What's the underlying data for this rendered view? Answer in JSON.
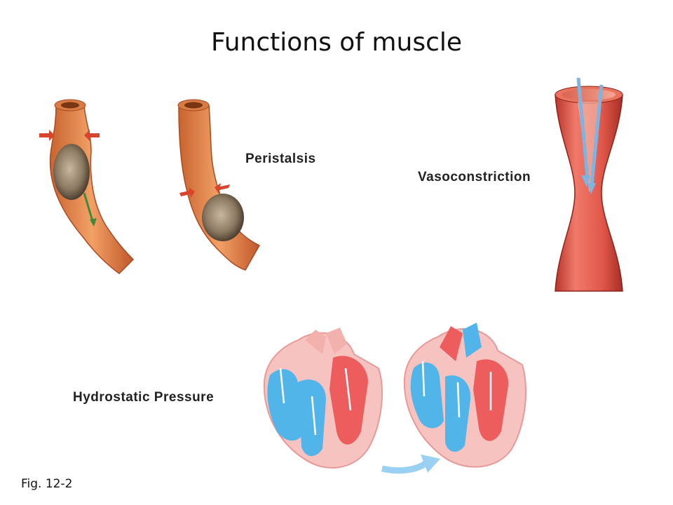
{
  "slide": {
    "title": "Functions of muscle",
    "labels": {
      "peristalsis": "Peristalsis",
      "vasoconstriction": "Vasoconstriction",
      "hydrostatic": "Hydrostatic Pressure"
    },
    "caption": "Fig. 12-2"
  }
}
